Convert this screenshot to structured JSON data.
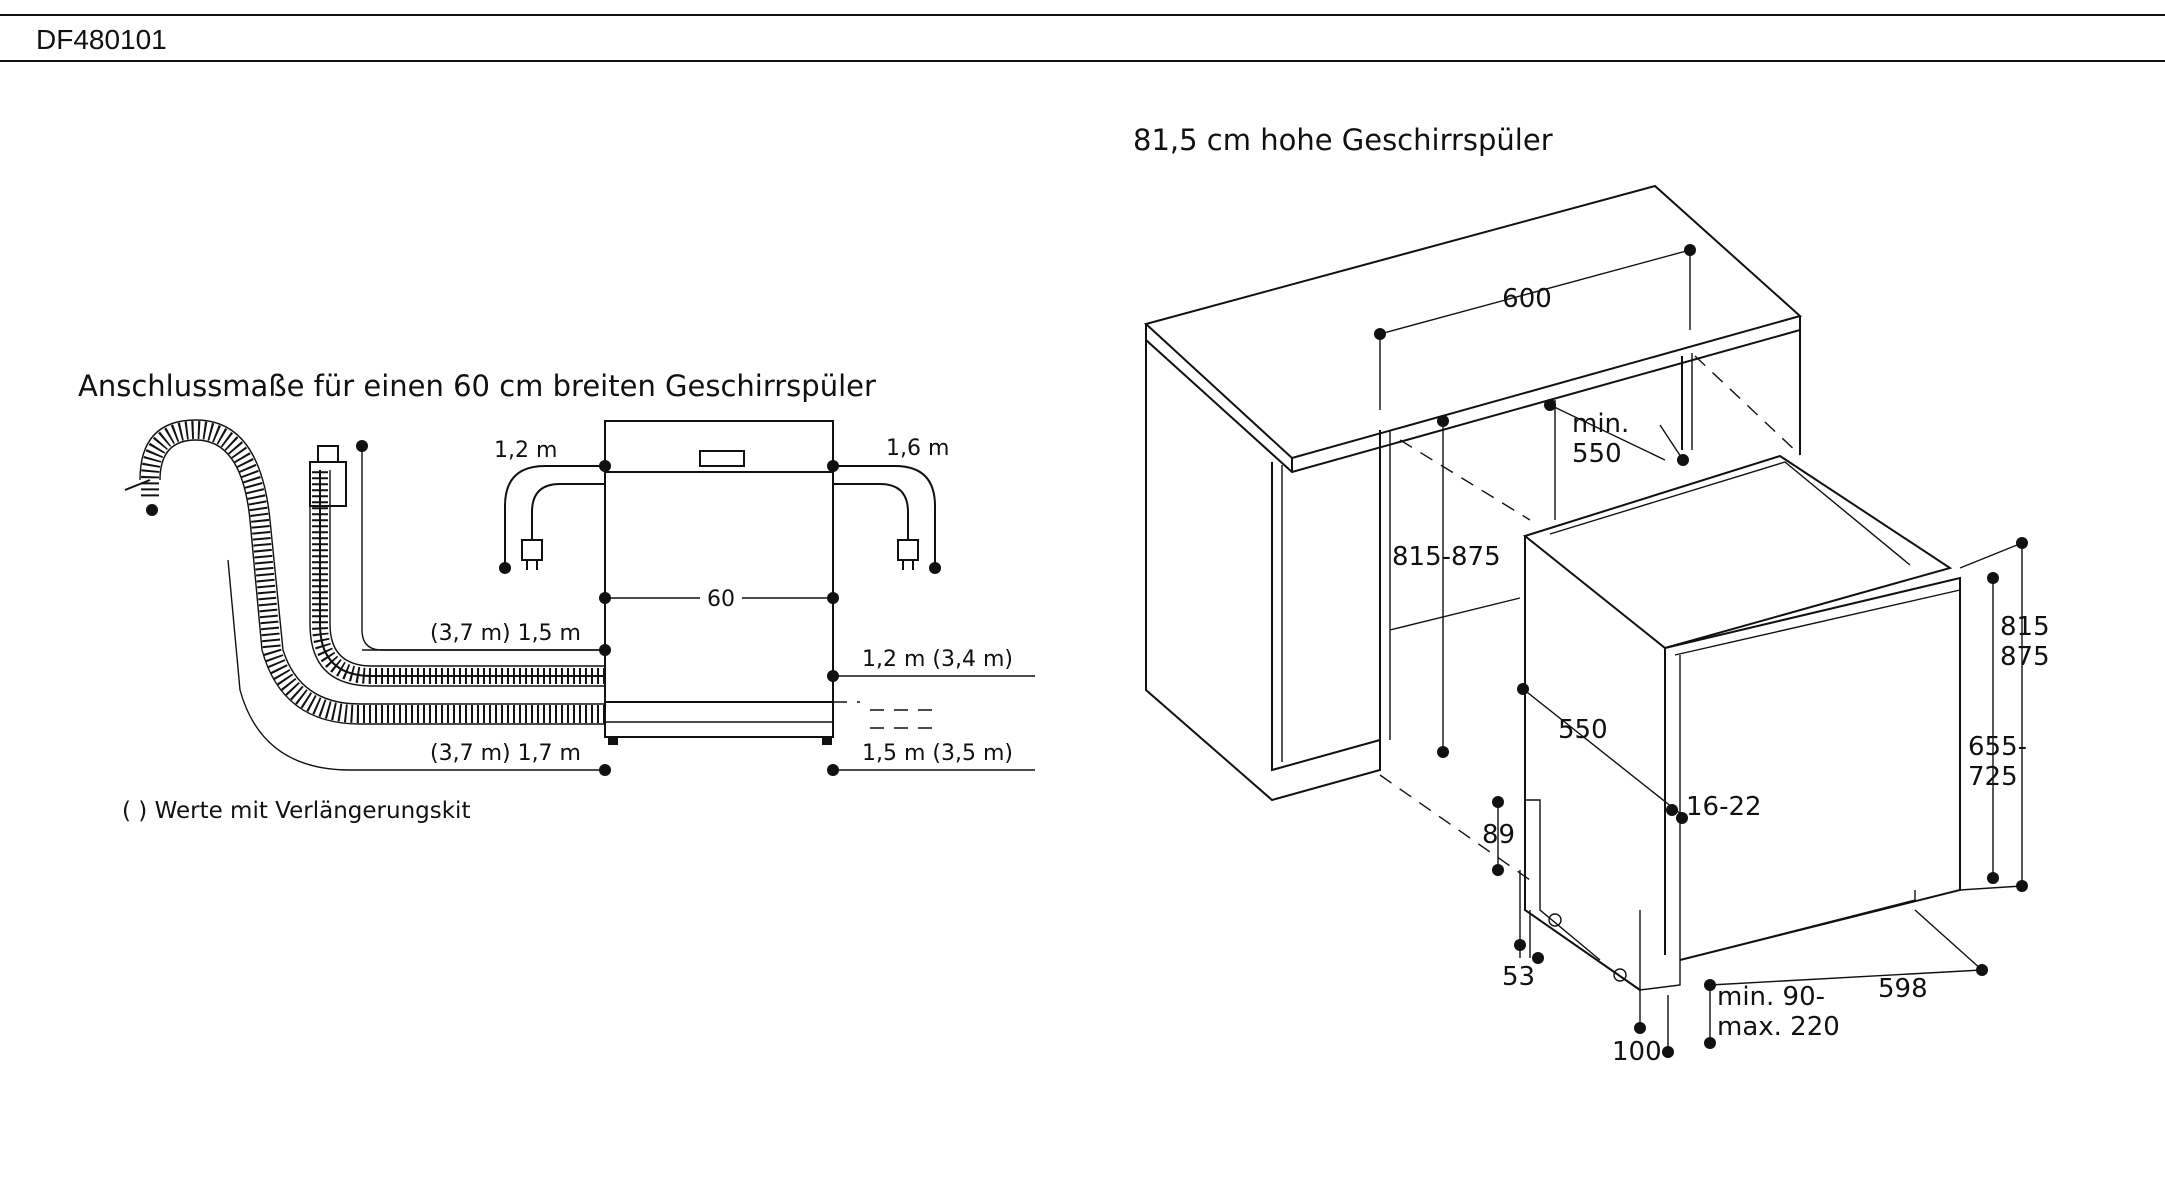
{
  "header": {
    "model": "DF480101"
  },
  "left_diagram": {
    "title": "Anschlussmaße für einen 60 cm breiten Geschirrspüler",
    "footnote": "( ) Werte mit Verlängerungskit",
    "labels": {
      "cable_left": "1,2 m",
      "cable_right": "1,6 m",
      "width": "60",
      "hose_upper_left": "(3,7 m) 1,5 m",
      "hose_lower_left": "(3,7 m) 1,7 m",
      "hose_upper_right": "1,2 m (3,4 m)",
      "hose_lower_right": "1,5 m (3,5 m)"
    }
  },
  "right_diagram": {
    "title": "81,5 cm hohe Geschirrspüler",
    "labels": {
      "niche_width": "600",
      "min_height_1": "min.",
      "min_height_2": "550",
      "niche_height": "815-875",
      "depth": "550",
      "height_1": "815",
      "height_2": "875",
      "door_height_1": "655-",
      "door_height_2": "725",
      "door_thickness": "16-22",
      "dim_89": "89",
      "dim_53": "53",
      "plinth_1": "min. 90-",
      "plinth_2": "max. 220",
      "width": "598",
      "dim_100": "100"
    }
  }
}
